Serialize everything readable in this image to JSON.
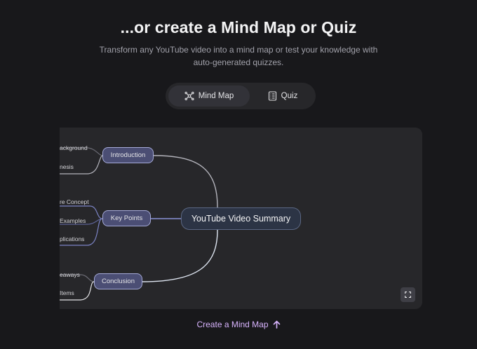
{
  "heading": "...or create a Mind Map or Quiz",
  "subheading": "Transform any YouTube video into a mind map or test your knowledge with auto-generated quizzes.",
  "tabs": {
    "mindmap": {
      "label": "Mind Map",
      "icon": "mindmap-icon",
      "active": true
    },
    "quiz": {
      "label": "Quiz",
      "icon": "quiz-icon",
      "active": false
    }
  },
  "mindmap": {
    "root": "YouTube Video Summary",
    "branches": [
      {
        "label": "Introduction",
        "leaves": [
          "ackground",
          "nesis"
        ]
      },
      {
        "label": "Key Points",
        "leaves": [
          "re Concept",
          "Examples",
          "plications"
        ]
      },
      {
        "label": "Conclusion",
        "leaves": [
          "eaways",
          "Items"
        ]
      }
    ]
  },
  "expand_button": {
    "icon": "expand-icon"
  },
  "cta": {
    "label": "Create a Mind Map",
    "icon": "arrow-up-icon"
  },
  "colors": {
    "background": "#18181b",
    "canvas": "#27272a",
    "branch_node": "#4b4e74",
    "root_node": "#2c3445",
    "accent": "#d8b4fe"
  }
}
